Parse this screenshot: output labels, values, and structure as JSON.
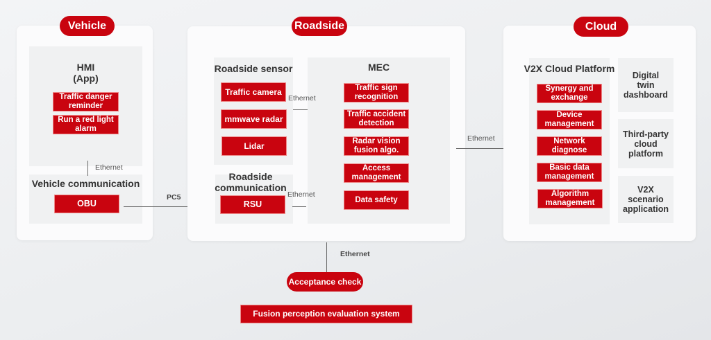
{
  "vehicle": {
    "title": "Vehicle",
    "hmi_title": "HMI\n(App)",
    "hmi_items": [
      "Traffic danger\nreminder",
      "Run a red light\nalarm"
    ],
    "link_label": "Ethernet",
    "comm_title": "Vehicle communication",
    "obu": "OBU"
  },
  "pc5_label": "PC5",
  "roadside": {
    "title": "Roadside",
    "sensor_title": "Roadside sensor",
    "sensors": [
      "Traffic camera",
      "mmwave radar",
      "Lidar"
    ],
    "sensor_link": "Ethernet",
    "comm_title": "Roadside\ncommunication",
    "rsu": "RSU",
    "rsu_link": "Ethernet",
    "mec_title": "MEC",
    "mec_items": [
      "Traffic sign\nrecognition",
      "Traffic accident\ndetection",
      "Radar vision\nfusion algo.",
      "Access\nmanagement",
      "Data safety"
    ]
  },
  "cloud_link": "Ethernet",
  "cloud": {
    "title": "Cloud",
    "platform_title": "V2X Cloud Platform",
    "platform_items": [
      "Synergy and\nexchange",
      "Device\nmanagement",
      "Network\ndiagnose",
      "Basic data\nmanagement",
      "Algorithm\nmanagement"
    ],
    "side_items": [
      "Digital\ntwin\ndashboard",
      "Third-party\ncloud\nplatform",
      "V2X\nscenario\napplication"
    ]
  },
  "bottom": {
    "link_label": "Ethernet",
    "acceptance": "Acceptance check",
    "fusion": "Fusion perception evaluation system"
  }
}
